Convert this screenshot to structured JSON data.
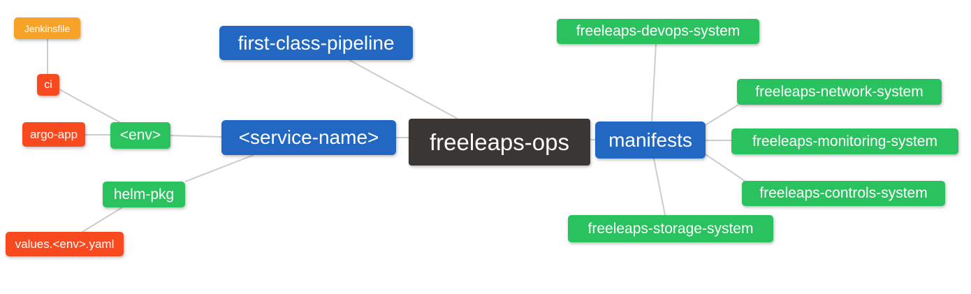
{
  "diagram": {
    "type": "mindmap",
    "root_label": "freeleaps-ops"
  },
  "palette": {
    "dark": "#3a3634",
    "blue": "#2267c2",
    "green": "#29c25f",
    "orange": "#f7a329",
    "red": "#f9491f",
    "edge_line": "#cccccc",
    "node_text": "#ffffff",
    "background": "#ffffff"
  },
  "nodes": {
    "root": {
      "label": "freeleaps-ops",
      "color": "dark"
    },
    "first_class_pipeline": {
      "label": "first-class-pipeline",
      "color": "blue"
    },
    "service_name": {
      "label": "<service-name>",
      "color": "blue"
    },
    "manifests": {
      "label": "manifests",
      "color": "blue"
    },
    "env": {
      "label": "<env>",
      "color": "green"
    },
    "helm_pkg": {
      "label": "helm-pkg",
      "color": "green"
    },
    "ci": {
      "label": "ci",
      "color": "red"
    },
    "argo_app": {
      "label": "argo-app",
      "color": "red"
    },
    "values_yaml": {
      "label": "values.<env>.yaml",
      "color": "red"
    },
    "jenkinsfile": {
      "label": "Jenkinsfile",
      "color": "orange"
    },
    "devops_system": {
      "label": "freeleaps-devops-system",
      "color": "green"
    },
    "network_system": {
      "label": "freeleaps-network-system",
      "color": "green"
    },
    "monitoring_system": {
      "label": "freeleaps-monitoring-system",
      "color": "green"
    },
    "controls_system": {
      "label": "freeleaps-controls-system",
      "color": "green"
    },
    "storage_system": {
      "label": "freeleaps-storage-system",
      "color": "green"
    }
  },
  "edges": [
    {
      "from": "Jenkinsfile",
      "to": "ci"
    },
    {
      "from": "ci",
      "to": "<env>"
    },
    {
      "from": "argo-app",
      "to": "<env>"
    },
    {
      "from": "<env>",
      "to": "<service-name>"
    },
    {
      "from": "helm-pkg",
      "to": "<service-name>"
    },
    {
      "from": "values.<env>.yaml",
      "to": "helm-pkg"
    },
    {
      "from": "first-class-pipeline",
      "to": "freeleaps-ops"
    },
    {
      "from": "<service-name>",
      "to": "freeleaps-ops"
    },
    {
      "from": "freeleaps-ops",
      "to": "manifests"
    },
    {
      "from": "manifests",
      "to": "freeleaps-devops-system"
    },
    {
      "from": "manifests",
      "to": "freeleaps-network-system"
    },
    {
      "from": "manifests",
      "to": "freeleaps-monitoring-system"
    },
    {
      "from": "manifests",
      "to": "freeleaps-controls-system"
    },
    {
      "from": "manifests",
      "to": "freeleaps-storage-system"
    }
  ]
}
